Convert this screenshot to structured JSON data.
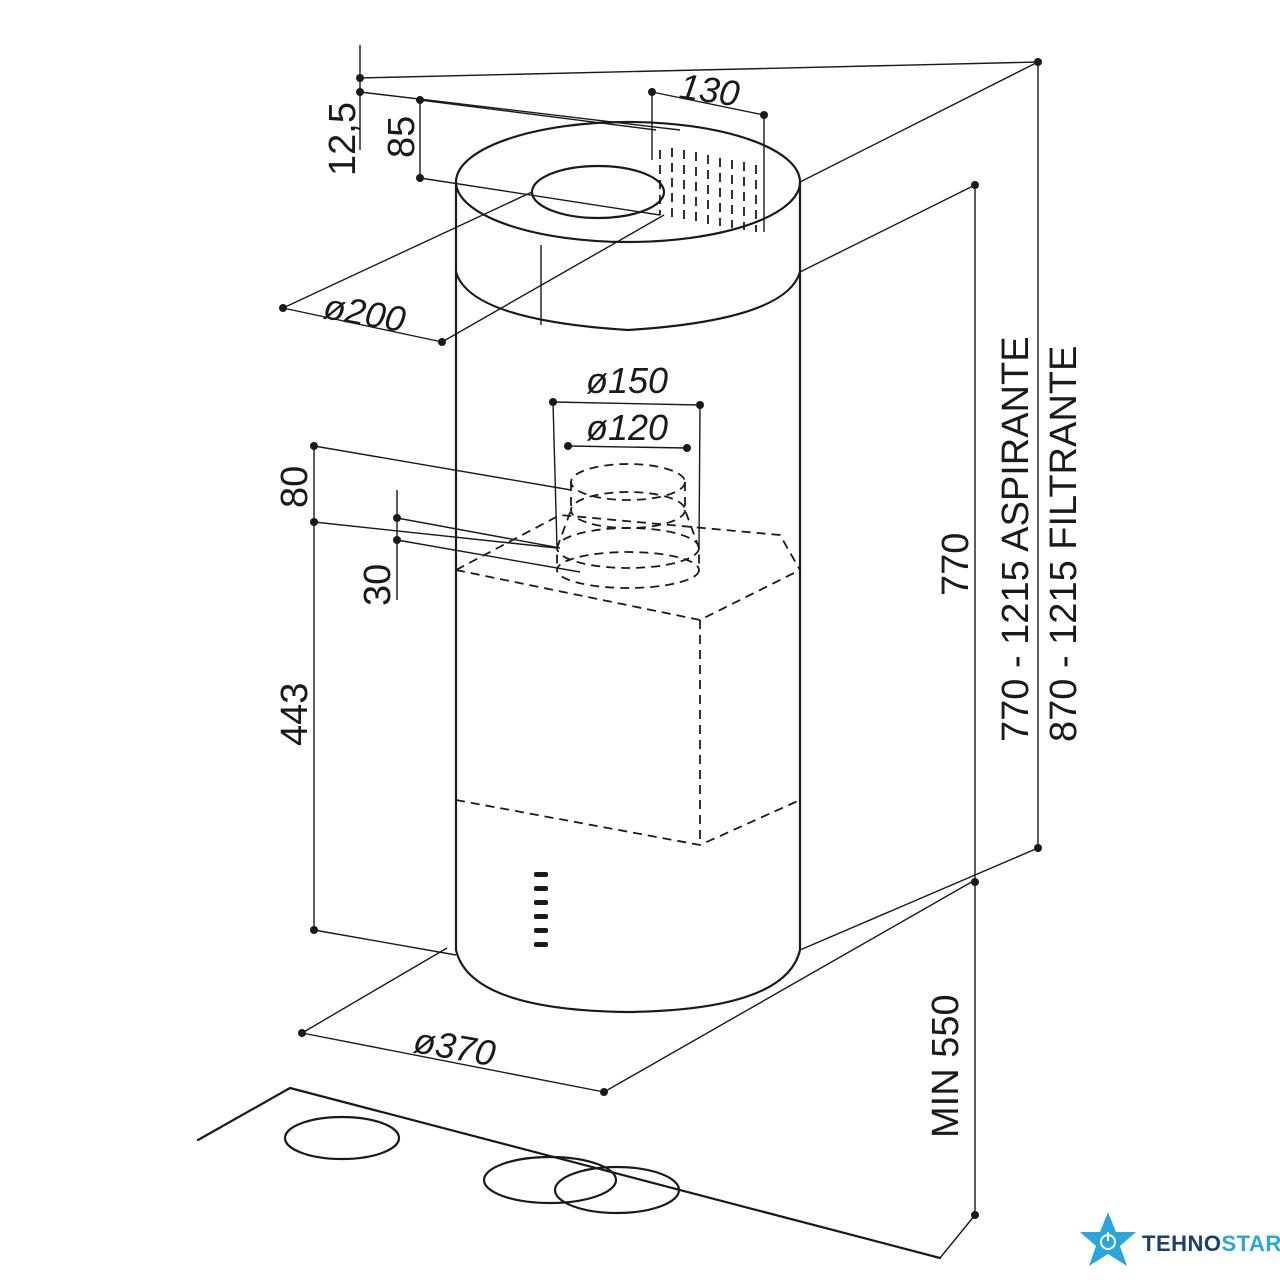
{
  "colors": {
    "line": "#1a1a1a",
    "brand_blue": "#2aa6df",
    "brand_dark": "#1c3e72"
  },
  "dimensions": {
    "top_130": "130",
    "top_12_5": "12,5",
    "top_85": "85",
    "dia_200": "ø200",
    "dia_150": "ø150",
    "dia_120": "ø120",
    "h_80": "80",
    "h_30": "30",
    "h_443": "443",
    "dia_370": "ø370",
    "h_770": "770",
    "range_aspirante": "770 - 1215 ASPIRANTE",
    "range_filtrante": "870 - 1215 FILTRANTE",
    "min_550": "MIN 550"
  },
  "logo": {
    "part1": "TEHNO",
    "part2": "STAR",
    "icon": "power-star-icon"
  }
}
